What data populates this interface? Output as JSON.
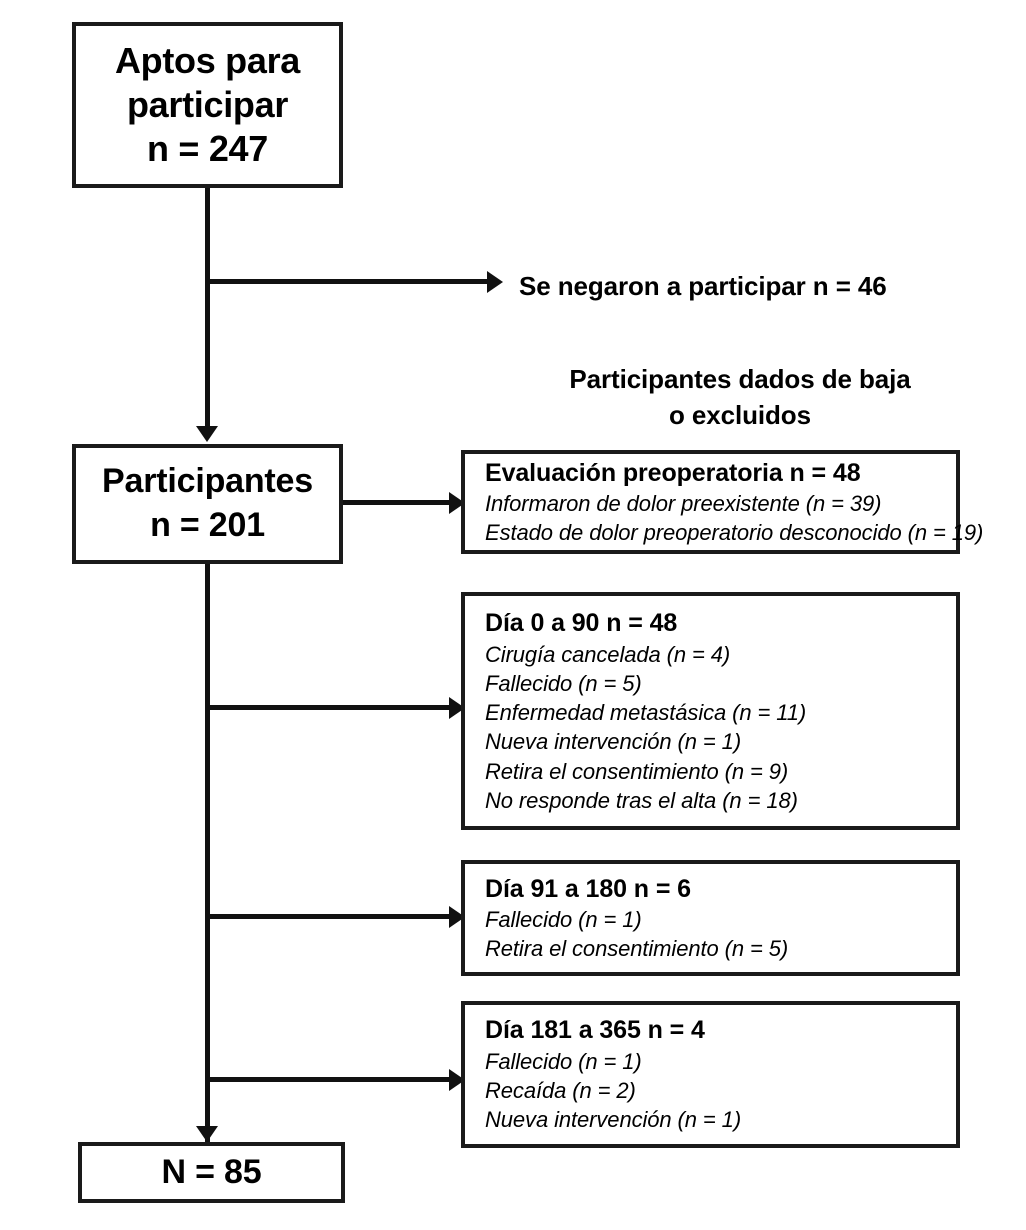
{
  "diagram": {
    "type": "consort-flow-diagram",
    "language": "es",
    "colors": {
      "stroke": "#1a1a1a",
      "background": "#ffffff",
      "text": "#000000"
    },
    "nodes": {
      "eligible": {
        "line1": "Aptos para",
        "line2": "participar",
        "line3": "n = 247"
      },
      "participants": {
        "line1": "Participantes",
        "line2": "n = 201"
      },
      "final": {
        "label": "N = 85"
      }
    },
    "labels": {
      "declined": "Se negaron a participar n = 46",
      "excluded_heading_line1": "Participantes dados de baja",
      "excluded_heading_line2": "o excluidos"
    },
    "exclusion_boxes": [
      {
        "title": "Evaluación preoperatoria n = 48",
        "reasons": [
          "Informaron de dolor preexistente (n = 39)",
          "Estado de dolor preoperatorio desconocido (n = 19)"
        ]
      },
      {
        "title": "Día 0 a 90 n = 48",
        "reasons": [
          "Cirugía cancelada (n = 4)",
          "Fallecido (n = 5)",
          "Enfermedad metastásica (n = 11)",
          "Nueva intervención (n = 1)",
          "Retira el consentimiento (n = 9)",
          "No responde tras el alta (n = 18)"
        ]
      },
      {
        "title": "Día 91 a 180 n = 6",
        "reasons": [
          "Fallecido (n = 1)",
          "Retira el consentimiento (n = 5)"
        ]
      },
      {
        "title": "Día 181 a 365 n = 4",
        "reasons": [
          "Fallecido (n = 1)",
          "Recaída (n = 2)",
          "Nueva intervención (n = 1)"
        ]
      }
    ]
  }
}
